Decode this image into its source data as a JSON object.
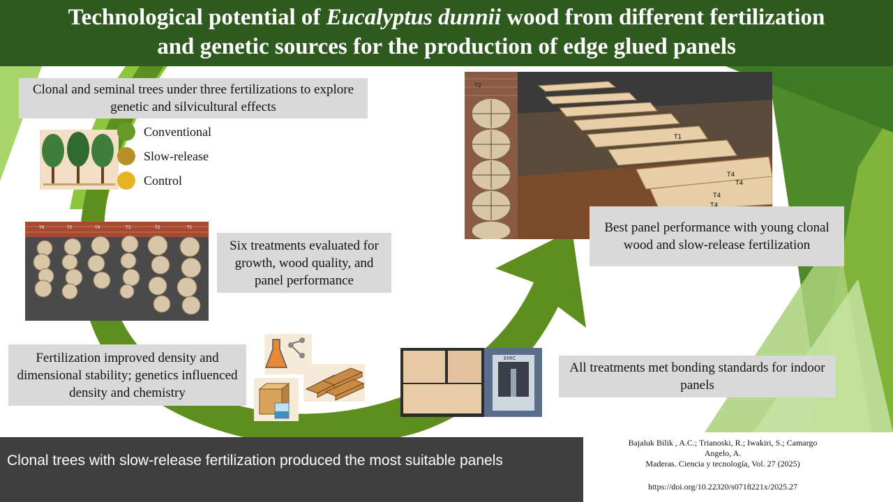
{
  "title": {
    "part1": "Technological potential of ",
    "species": "Eucalyptus dunnii",
    "part2": " wood from different fertilization",
    "line2": "and genetic sources for the production of edge glued panels"
  },
  "boxes": {
    "intro": "Clonal and seminal trees under three fertilizations to explore genetic and silvicultural effects",
    "treatments": "Six treatments evaluated for growth, wood quality, and panel performance",
    "fertilization": "Fertilization improved density and dimensional stability; genetics influenced density and chemistry",
    "standards": "All treatments met bonding standards for indoor panels",
    "best": "Best panel performance with young clonal wood and slow-release fertilization"
  },
  "legend": [
    {
      "label": "Conventional",
      "color": "#6b9a2c"
    },
    {
      "label": "Slow-release",
      "color": "#b8902a"
    },
    {
      "label": "Control",
      "color": "#e6b422"
    }
  ],
  "photo_tags": {
    "disc_tags": [
      "T6",
      "T5",
      "T4",
      "T3",
      "T2",
      "T1"
    ],
    "stack_tag": "T2",
    "board_marks": [
      "T1",
      "T4",
      "T4",
      "T4",
      "T4"
    ],
    "machine_brand": "EMIC"
  },
  "conclusion": "Clonal trees with slow-release fertilization produced the most suitable panels",
  "citation": {
    "authors": "Bajaluk Bilik , A.C.; Trianoski, R.; Iwakiri, S.; Camargo Angelo, A.",
    "journal": "Maderas. Ciencia y tecnología, Vol. 27 (2025)",
    "doi": "https://doi.org/10.22320/s0718221x/2025.27"
  },
  "colors": {
    "title_bg": "#2f5a1f",
    "arrow_green": "#5e8f1e",
    "box_gray": "#d9d9d9",
    "bottom_bar": "#3f3f3f"
  }
}
